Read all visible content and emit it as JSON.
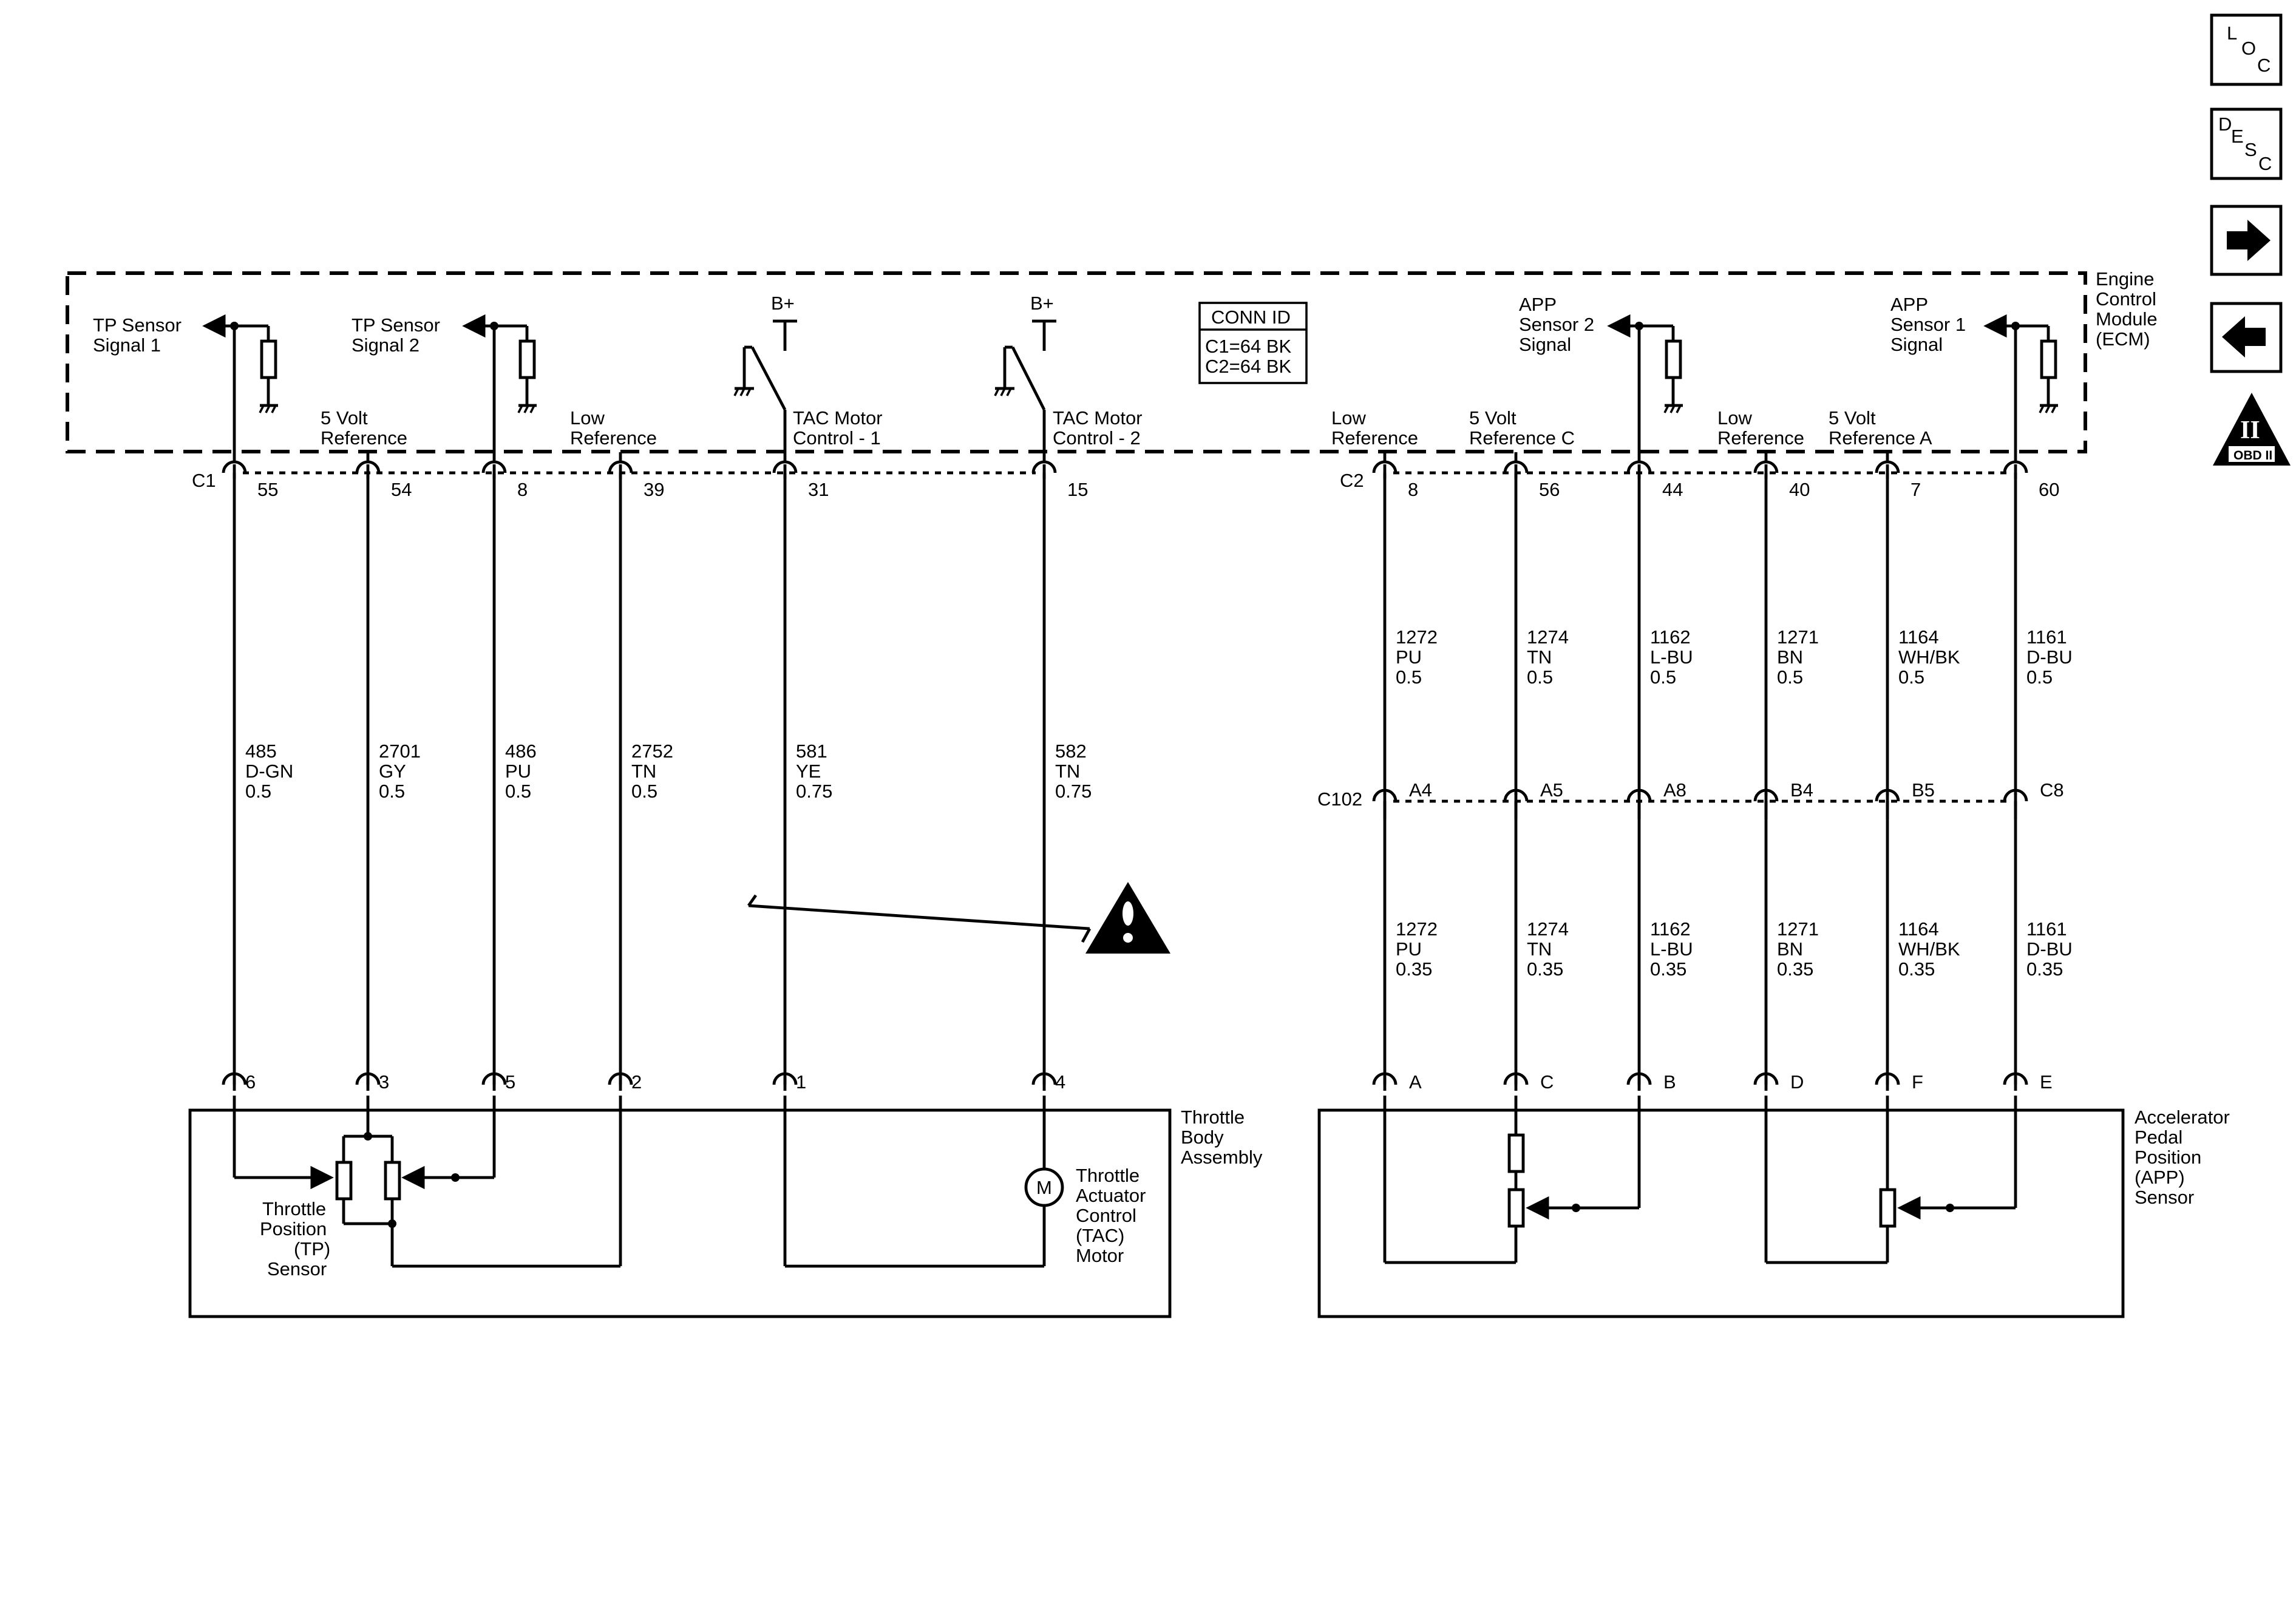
{
  "ecm": {
    "lines": [
      "Engine",
      "Control",
      "Module",
      "(ECM)"
    ]
  },
  "conn_id": {
    "title": "CONN ID",
    "c1": "C1=64 BK",
    "c2": "C2=64 BK"
  },
  "connectors": {
    "c1": "C1",
    "c2": "C2",
    "c102": "C102"
  },
  "bplus": "B+",
  "nav": {
    "loc": [
      "L",
      "O",
      "C"
    ],
    "desc": [
      "D",
      "E",
      "S",
      "C"
    ],
    "obd": "OBD II",
    "obd_roman": "II"
  },
  "signals": {
    "tp1": [
      "TP Sensor",
      "Signal 1"
    ],
    "tp2": [
      "TP Sensor",
      "Signal 2"
    ],
    "app2": [
      "APP",
      "Sensor 2",
      "Signal"
    ],
    "app1": [
      "APP",
      "Sensor 1",
      "Signal"
    ]
  },
  "ecm_labels": {
    "ref5_left": [
      "5 Volt",
      "Reference"
    ],
    "lowref_left": [
      "Low",
      "Reference"
    ],
    "tac1": [
      "TAC Motor",
      "Control - 1"
    ],
    "tac2": [
      "TAC Motor",
      "Control - 2"
    ],
    "lowref_c2_a": [
      "Low",
      "Reference"
    ],
    "ref5c": [
      "5 Volt",
      "Reference C"
    ],
    "lowref_c2_b": [
      "Low",
      "Reference"
    ],
    "ref5a": [
      "5 Volt",
      "Reference A"
    ]
  },
  "left_circuits": [
    {
      "pin": "55",
      "circuit": "485",
      "color": "D-GN",
      "gauge": "0.5",
      "tb_pin": "6"
    },
    {
      "pin": "54",
      "circuit": "2701",
      "color": "GY",
      "gauge": "0.5",
      "tb_pin": "3"
    },
    {
      "pin": "8",
      "circuit": "486",
      "color": "PU",
      "gauge": "0.5",
      "tb_pin": "5"
    },
    {
      "pin": "39",
      "circuit": "2752",
      "color": "TN",
      "gauge": "0.5",
      "tb_pin": "2"
    },
    {
      "pin": "31",
      "circuit": "581",
      "color": "YE",
      "gauge": "0.75",
      "tb_pin": "1"
    },
    {
      "pin": "15",
      "circuit": "582",
      "color": "TN",
      "gauge": "0.75",
      "tb_pin": "4"
    }
  ],
  "right_circuits": [
    {
      "pin": "8",
      "circuit": "1272",
      "color": "PU",
      "gauge_top": "0.5",
      "c102_pin": "A4",
      "gauge_bot": "0.35",
      "app_pin": "A"
    },
    {
      "pin": "56",
      "circuit": "1274",
      "color": "TN",
      "gauge_top": "0.5",
      "c102_pin": "A5",
      "gauge_bot": "0.35",
      "app_pin": "C"
    },
    {
      "pin": "44",
      "circuit": "1162",
      "color": "L-BU",
      "gauge_top": "0.5",
      "c102_pin": "A8",
      "gauge_bot": "0.35",
      "app_pin": "B"
    },
    {
      "pin": "40",
      "circuit": "1271",
      "color": "BN",
      "gauge_top": "0.5",
      "c102_pin": "B4",
      "gauge_bot": "0.35",
      "app_pin": "D"
    },
    {
      "pin": "7",
      "circuit": "1164",
      "color": "WH/BK",
      "gauge_top": "0.5",
      "c102_pin": "B5",
      "gauge_bot": "0.35",
      "app_pin": "F"
    },
    {
      "pin": "60",
      "circuit": "1161",
      "color": "D-BU",
      "gauge_top": "0.5",
      "c102_pin": "C8",
      "gauge_bot": "0.35",
      "app_pin": "E"
    }
  ],
  "components": {
    "throttle_body": [
      "Throttle",
      "Body",
      "Assembly"
    ],
    "tp_sensor": [
      "Throttle",
      "Position",
      "(TP)",
      "Sensor"
    ],
    "tac_motor": [
      "Throttle",
      "Actuator",
      "Control",
      "(TAC)",
      "Motor"
    ],
    "motor_symbol": "M",
    "app_sensor": [
      "Accelerator",
      "Pedal",
      "Position",
      "(APP)",
      "Sensor"
    ]
  }
}
